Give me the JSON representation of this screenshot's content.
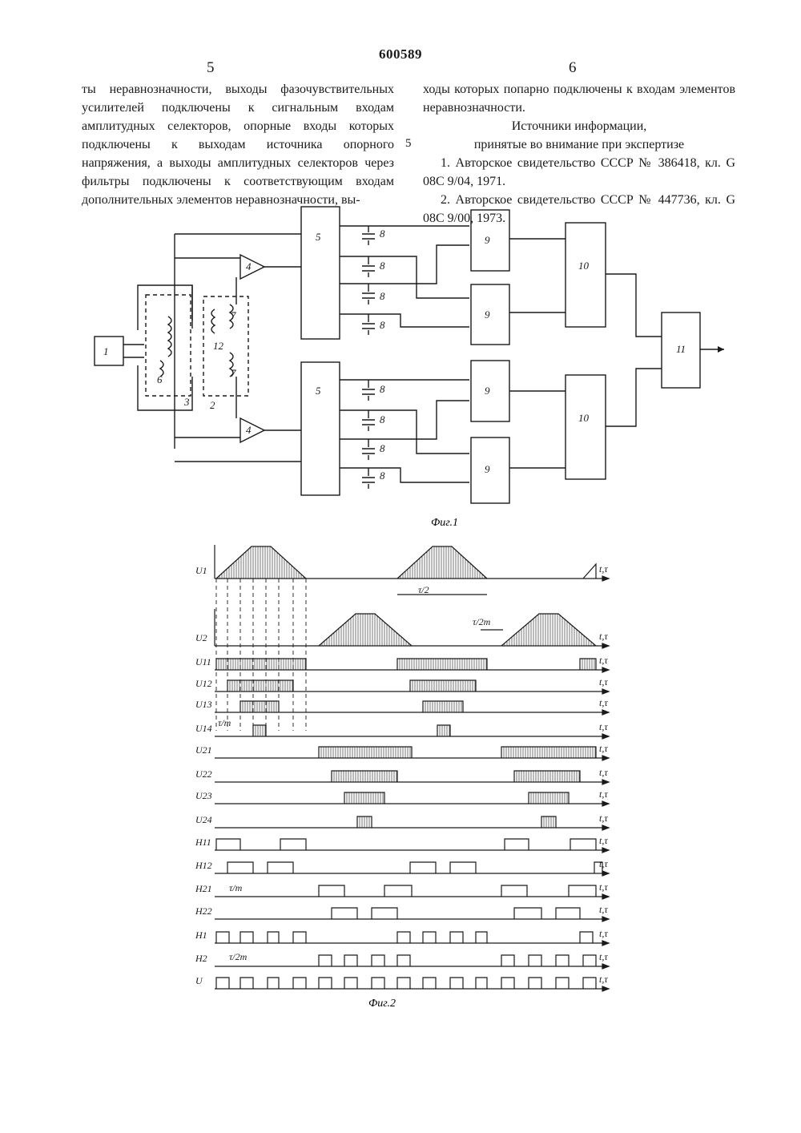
{
  "header": {
    "patent_number": "600589",
    "left_column_number": "5",
    "right_column_number": "6",
    "margin_line_number": "5"
  },
  "left_column": {
    "text": "ты неравнозначности, выходы фазочувствительных усилителей подключены к сигнальным входам амплитудных селекторов, опорные входы которых подключены к выходам источника опорного напряжения, а выходы амплитудных селекторов через фильтры подключены к соответствующим входам дополнительных элементов неравнозначности, вы-"
  },
  "right_column": {
    "continuation": "ходы которых попарно подключены к входам элементов неравнозначности.",
    "sources_heading_1": "Источники информации,",
    "sources_heading_2": "принятые во внимание при экспертизе",
    "ref_1": "1. Авторское свидетельство СССР № 386418, кл. G 08C 9/04, 1971.",
    "ref_2": "2. Авторское свидетельство СССР № 447736, кл. G 08C 9/00, 1973."
  },
  "fig1": {
    "caption": "Фиг.1",
    "labels": {
      "source": "1",
      "block2": "2",
      "block3": "3",
      "amp": "4",
      "selector": "5",
      "coil6": "6",
      "coil7": "7",
      "filter": "8",
      "xor": "9",
      "xor2": "10",
      "out": "11",
      "coil12": "12"
    }
  },
  "fig2": {
    "caption": "Фиг.2",
    "axis_label": "t,τ",
    "signals": [
      "U1",
      "U2",
      "U11",
      "U12",
      "U13",
      "U14",
      "U21",
      "U22",
      "U23",
      "U24",
      "H11",
      "H12",
      "H21",
      "H22",
      "H1",
      "H2",
      "U"
    ],
    "annotations": {
      "half_tau": "τ/2",
      "tau_2m": "τ/2m",
      "tau_m": "τ/m",
      "tau_2m_b": "τ/2m",
      "tau_m_b": "τ/m"
    }
  }
}
